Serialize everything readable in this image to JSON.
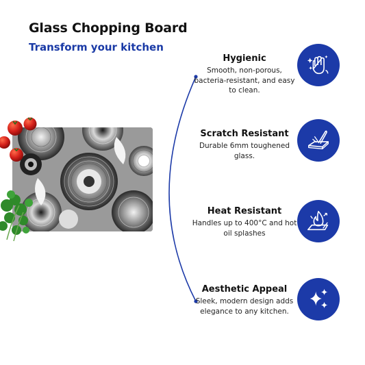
{
  "title": "Glass Chopping Board",
  "subtitle": "Transform your kitchen",
  "colors": {
    "accent": "#1c3aa8",
    "subtitle": "#1a3aa6",
    "text": "#111111"
  },
  "features": [
    {
      "heading": "Hygienic",
      "description": "Smooth, non-porous, bacteria-resistant, and easy to clean.",
      "icon": "hand-wash-icon"
    },
    {
      "heading": "Scratch Resistant",
      "description": "Durable 6mm toughened glass.",
      "icon": "knife-cut-icon"
    },
    {
      "heading": "Heat Resistant",
      "description": "Handles up to 400°C and hot oil splashes",
      "icon": "flame-icon"
    },
    {
      "heading": "Aesthetic Appeal",
      "description": "Sleek, modern design adds elegance to any kitchen.",
      "icon": "sparkle-icon"
    }
  ]
}
